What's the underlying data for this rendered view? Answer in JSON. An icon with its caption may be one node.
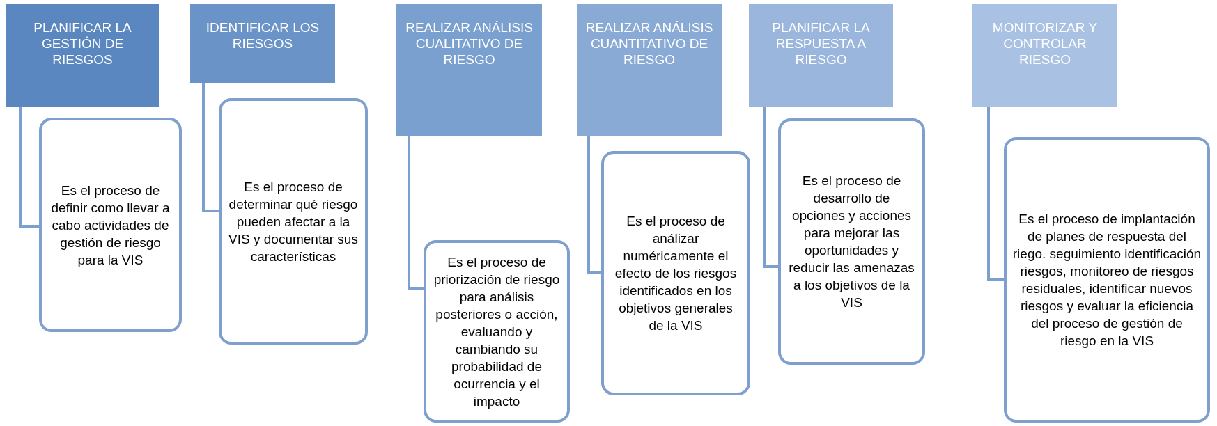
{
  "diagram": {
    "nodes": [
      {
        "text": [
          "PLANIFICAR LA GESTIÓN DE RIESGOS"
        ]
      },
      {
        "text": [
          "Es el proceso de definir como llevar a cabo actividades de gestión de riesgo para la VIS"
        ]
      },
      {
        "text": [
          "IDENTIFICAR LOS RIESGOS"
        ]
      },
      {
        "text": [
          "Es el proceso de determinar qué riesgo pueden afectar a la VIS y documentar sus características"
        ]
      },
      {
        "text": [
          "REALIZAR ANÁLISIS CUALITATIVO DE RIESGO"
        ]
      },
      {
        "text": [
          "Es el proceso de priorización de riesgo para análisis posteriores o acción, evaluando y cambiando su probabilidad de ocurrencia y el impacto"
        ]
      },
      {
        "text": [
          "REALIZAR ANÁLISIS CUANTITATIVO DE RIESGO"
        ]
      },
      {
        "text": [
          "Es el proceso de análizar numéricamente el efecto de los riesgos identificados en los objetivos generales de la VIS"
        ]
      },
      {
        "text": [
          "PLANIFICAR LA RESPUESTA A RIESGO"
        ]
      },
      {
        "text": [
          "Es el proceso de desarrollo de opciones y acciones para mejorar las oportunidades y reducir las amenazas a los objetivos de la VIS"
        ]
      },
      {
        "text": [
          "MONITORIZAR Y CONTROLAR RIESGO"
        ]
      },
      {
        "text": [
          "Es el proceso de implantación de planes de respuesta del riego. seguimiento identificación riesgos, monitoreo de riesgos residuales, identificar nuevos riesgos  y evaluar la eficiencia del proceso de gestión de riesgo en la VIS"
        ]
      }
    ],
    "edges": [
      {
        "from": 0,
        "to": 1,
        "arrow": "none"
      },
      {
        "from": 2,
        "to": 3,
        "arrow": "none"
      },
      {
        "from": 4,
        "to": 5,
        "arrow": "none"
      },
      {
        "from": 6,
        "to": 7,
        "arrow": "none"
      },
      {
        "from": 8,
        "to": 9,
        "arrow": "none"
      },
      {
        "from": 10,
        "to": 11,
        "arrow": "none"
      }
    ]
  }
}
